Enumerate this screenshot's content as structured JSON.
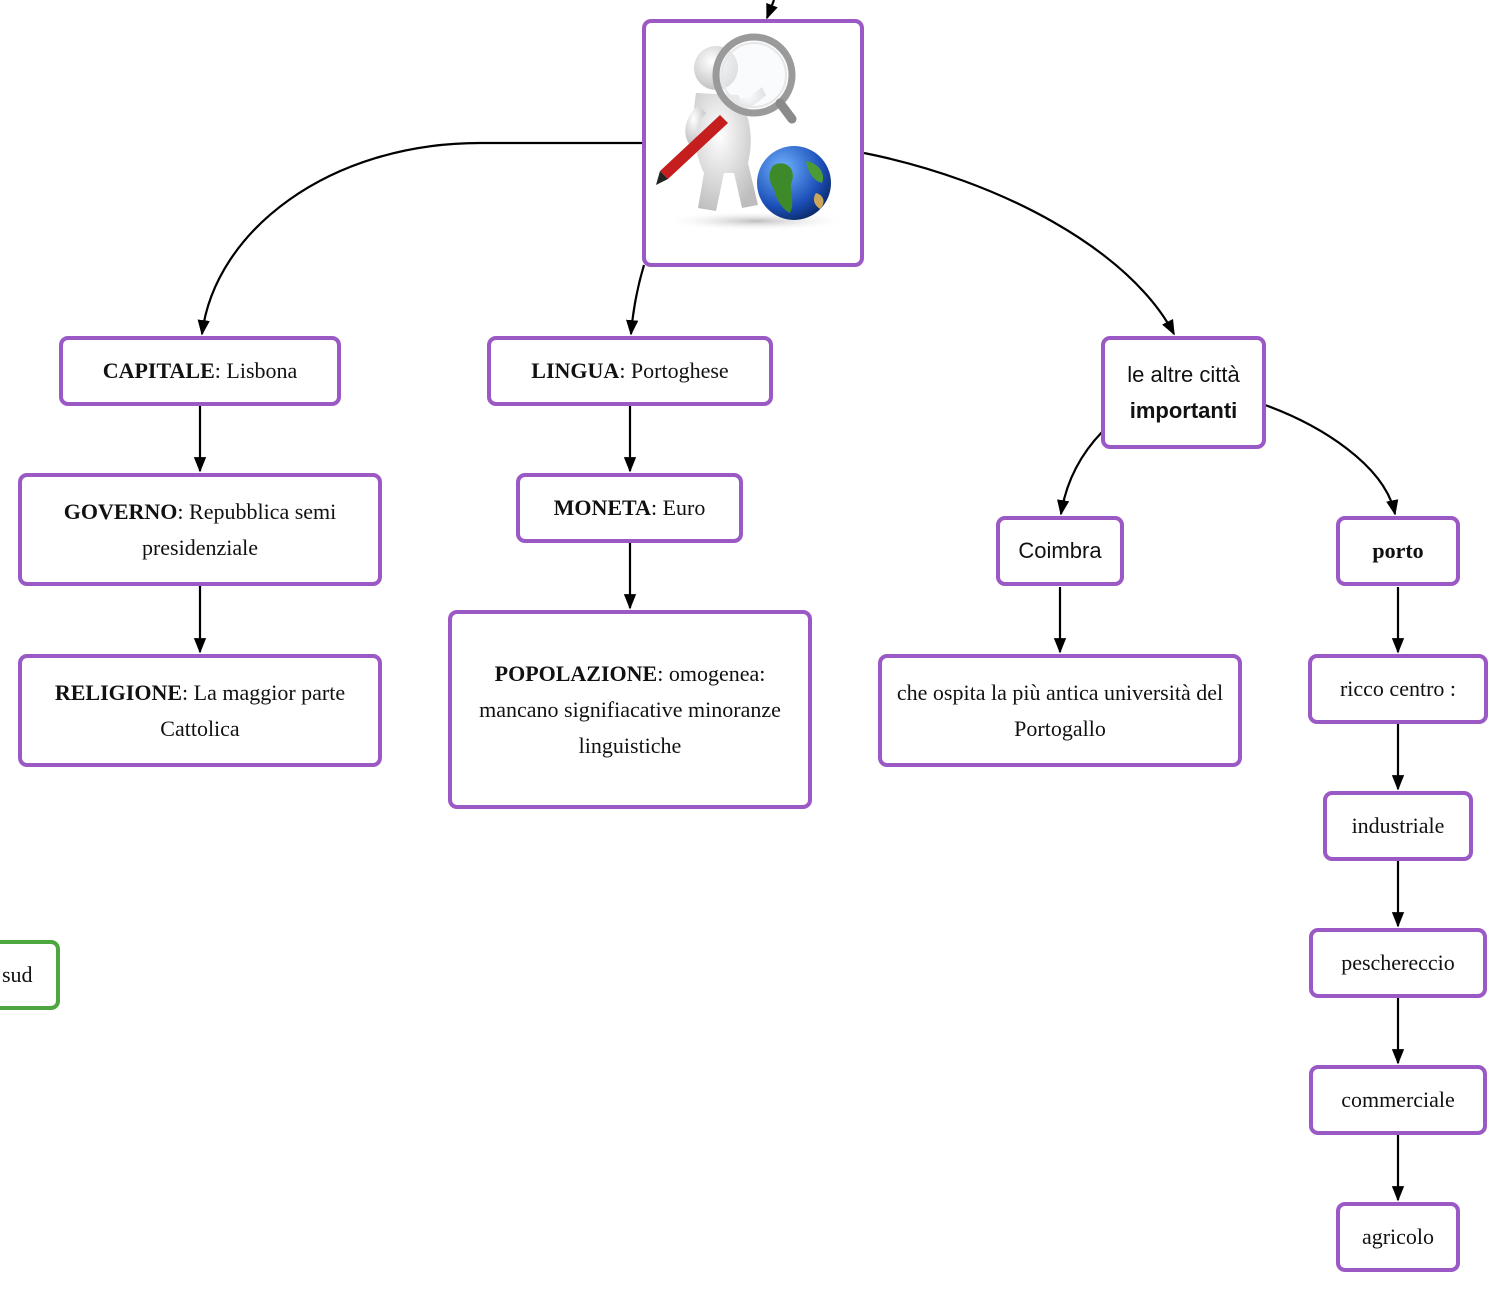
{
  "diagram": {
    "nodes": {
      "image": {
        "icon": "magnifier-person-globe-icon"
      },
      "capitale": {
        "label": "CAPITALE",
        "value": ": Lisbona"
      },
      "governo": {
        "label": "GOVERNO",
        "value": ": Repubblica semi presidenziale"
      },
      "religione": {
        "label": "RELIGIONE",
        "value": ": La maggior parte Cattolica"
      },
      "lingua": {
        "label": "LINGUA",
        "value": ": Portoghese"
      },
      "moneta": {
        "label": "MONETA",
        "value": ": Euro"
      },
      "popolazione": {
        "label": "POPOLAZIONE",
        "value": ": omogenea: mancano signifiacative minoranze linguistiche"
      },
      "altre_citta": {
        "line1": "le altre città",
        "line2": "importanti"
      },
      "coimbra": {
        "text": "Coimbra"
      },
      "universita": {
        "text": "che ospita la più antica università del Portogallo"
      },
      "porto": {
        "text": "porto"
      },
      "ricco_centro": {
        "text": "ricco centro :"
      },
      "industriale": {
        "text": "industriale"
      },
      "peschereccio": {
        "text": "peschereccio"
      },
      "commerciale": {
        "text": "commerciale"
      },
      "agricolo": {
        "text": "agricolo"
      },
      "sud": {
        "text": "sud"
      }
    },
    "colors": {
      "node_border": "#9b59c6",
      "node_border_alt": "#4ea640",
      "edge": "#000000"
    }
  }
}
